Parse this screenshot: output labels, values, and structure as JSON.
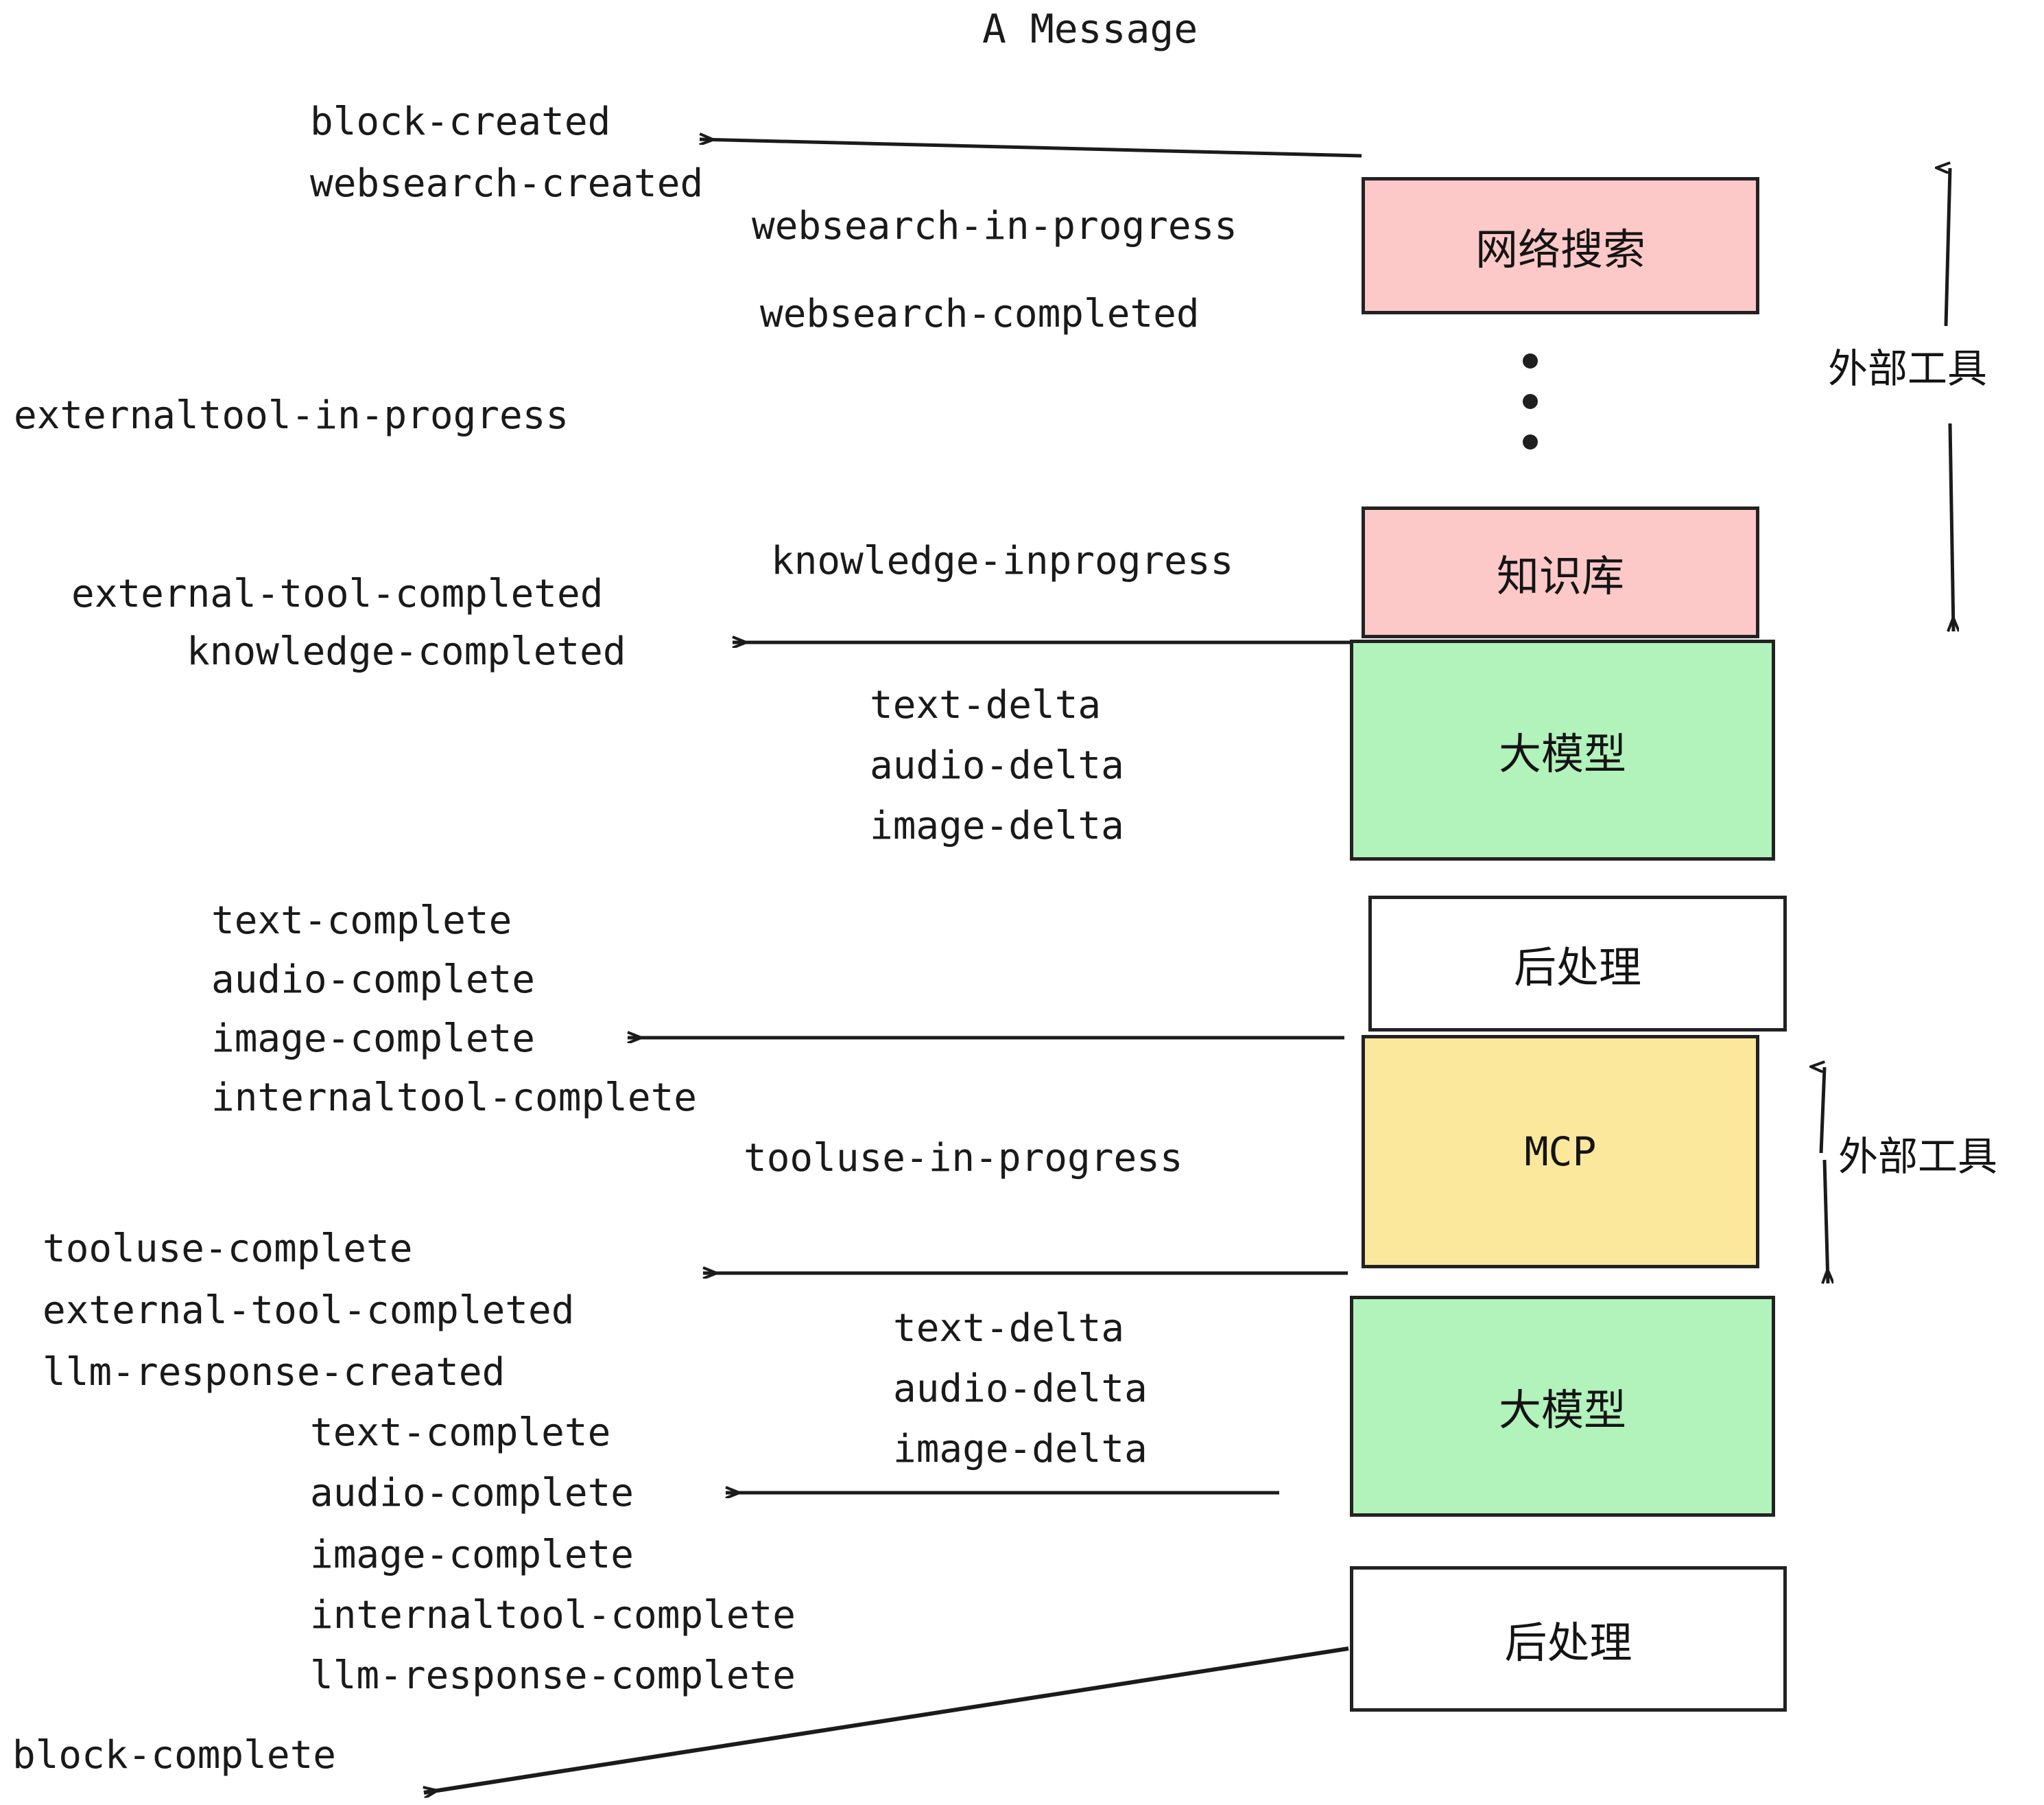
{
  "title": "A Message",
  "nodes": [
    {
      "id": "websearch",
      "label": "网络搜索",
      "color": "#FCC8C8"
    },
    {
      "id": "knowledge",
      "label": "知识库",
      "color": "#FCC8C8"
    },
    {
      "id": "llm-1",
      "label": "大模型",
      "color": "#B2F2BB"
    },
    {
      "id": "post-1",
      "label": "后处理",
      "color": "#FFFFFF"
    },
    {
      "id": "mcp",
      "label": "MCP",
      "color": "#FBE89C"
    },
    {
      "id": "llm-2",
      "label": "大模型",
      "color": "#B2F2BB"
    },
    {
      "id": "post-2",
      "label": "后处理",
      "color": "#FFFFFF"
    }
  ],
  "side_labels": [
    {
      "id": "external-tools-top",
      "label": "外部工具"
    },
    {
      "id": "external-tools-bottom",
      "label": "外部工具"
    }
  ],
  "events": {
    "block_created": "block-created",
    "websearch_created": "websearch-created",
    "websearch_in_progress": "websearch-in-progress",
    "websearch_completed": "websearch-completed",
    "externaltool_in_progress": "externaltool-in-progress",
    "knowledge_inprogress": "knowledge-inprogress",
    "external_tool_completed_1": "external-tool-completed",
    "knowledge_completed": "knowledge-completed",
    "text_delta_1": "text-delta",
    "audio_delta_1": "audio-delta",
    "image_delta_1": "image-delta",
    "text_complete_1": "text-complete",
    "audio_complete_1": "audio-complete",
    "image_complete_1": "image-complete",
    "internaltool_complete_1": "internaltool-complete",
    "tooluse_in_progress": "tooluse-in-progress",
    "tooluse_complete": "tooluse-complete",
    "external_tool_completed_2": "external-tool-completed",
    "llm_response_created": "llm-response-created",
    "text_delta_2": "text-delta",
    "audio_delta_2": "audio-delta",
    "image_delta_2": "image-delta",
    "text_complete_2": "text-complete",
    "audio_complete_2": "audio-complete",
    "image_complete_2": "image-complete",
    "internaltool_complete_2": "internaltool-complete",
    "llm_response_complete": "llm-response-complete",
    "block_complete": "block-complete"
  },
  "colors": {
    "pink": "#FCC8C8",
    "green": "#B2F2BB",
    "yellow": "#FBE89C",
    "white": "#FFFFFF",
    "stroke": "#222222",
    "text": "#1a1a1a"
  }
}
